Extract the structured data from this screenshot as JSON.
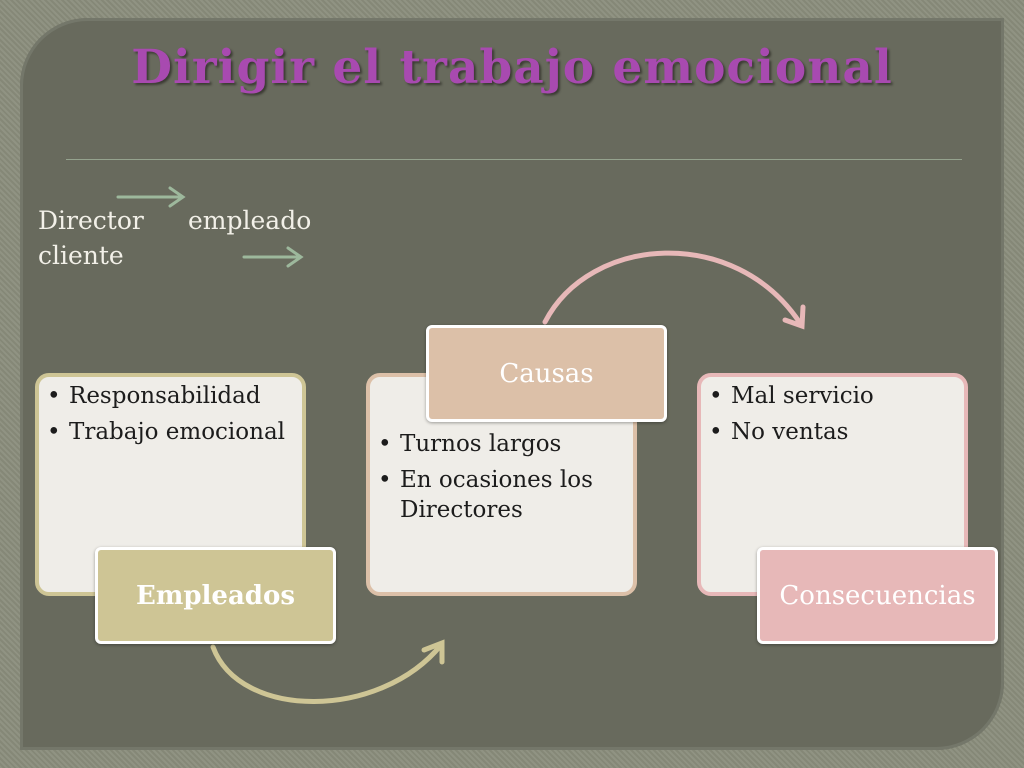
{
  "title": "Dirigir el trabajo emocional",
  "chain": {
    "line1_left": "Director",
    "line1_right": "empleado",
    "line2": "cliente"
  },
  "panels": [
    {
      "label": "Empleados",
      "items": [
        "Responsabilidad",
        "Trabajo emocional"
      ]
    },
    {
      "label": "Causas",
      "items": [
        "Turnos largos",
        "En ocasiones los Directores"
      ]
    },
    {
      "label": "Consecuencias",
      "items": [
        "Mal servicio",
        "No ventas"
      ]
    }
  ],
  "colors": {
    "title": "#a84ab0",
    "empleados": "#cec595",
    "causas": "#dcc0a8",
    "consecuencias": "#e7b8b8",
    "arrow_green": "#9db89c"
  }
}
